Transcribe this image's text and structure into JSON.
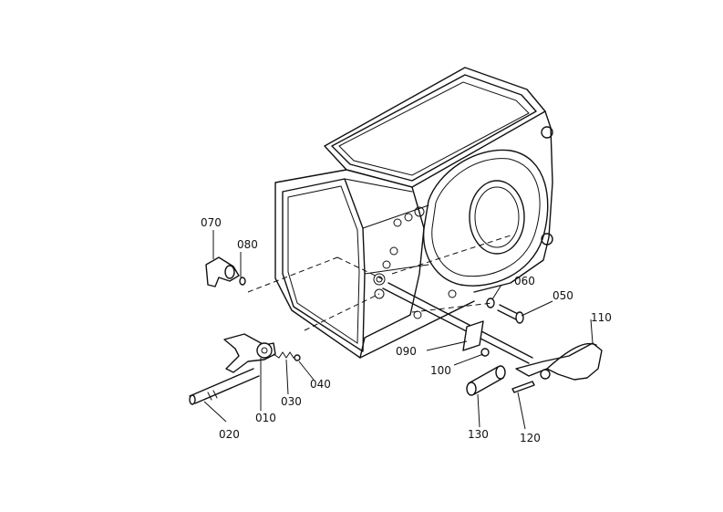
{
  "parts": [
    {
      "id": "p010",
      "label": "010"
    },
    {
      "id": "p020",
      "label": "020"
    },
    {
      "id": "p030",
      "label": "030"
    },
    {
      "id": "p040",
      "label": "040"
    },
    {
      "id": "p050",
      "label": "050"
    },
    {
      "id": "p060",
      "label": "060"
    },
    {
      "id": "p070",
      "label": "070"
    },
    {
      "id": "p080",
      "label": "080"
    },
    {
      "id": "p090",
      "label": "090"
    },
    {
      "id": "p100",
      "label": "100"
    },
    {
      "id": "p110",
      "label": "110"
    },
    {
      "id": "p120",
      "label": "120"
    },
    {
      "id": "p130",
      "label": "130"
    }
  ]
}
